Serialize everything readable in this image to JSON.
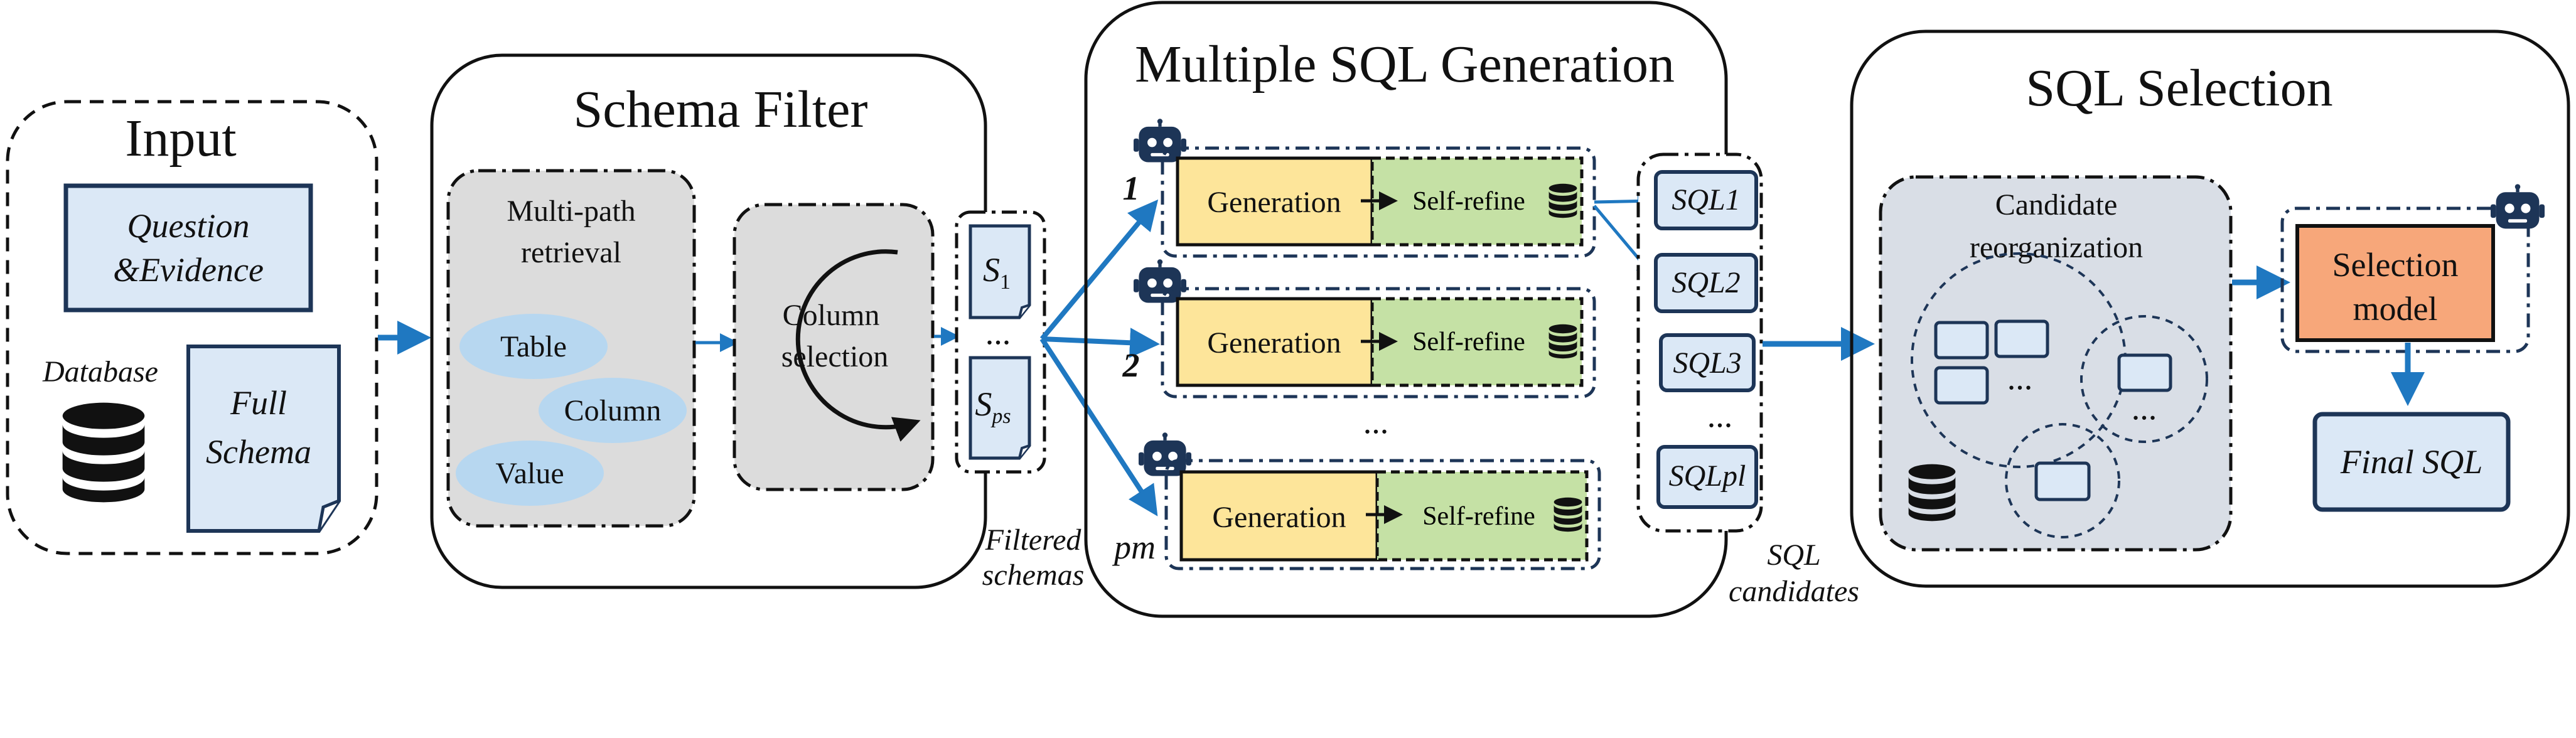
{
  "input": {
    "title": "Input",
    "question_line1": "Question",
    "question_line2": "&Evidence",
    "database_label": "Database",
    "schema_line1": "Full",
    "schema_line2": "Schema"
  },
  "schema_filter": {
    "title": "Schema Filter",
    "retrieval_line1": "Multi-path",
    "retrieval_line2": "retrieval",
    "table": "Table",
    "column": "Column",
    "value": "Value",
    "selection_line1": "Column",
    "selection_line2": "selection"
  },
  "filtered": {
    "s1": "S",
    "s1_sub": "1",
    "dots": "...",
    "sps": "S",
    "sps_sub": "ps",
    "label_line1": "Filtered",
    "label_line2": "schemas"
  },
  "generation": {
    "title": "Multiple SQL Generation",
    "row_labels": [
      "1",
      "2",
      "pm"
    ],
    "generation_label": "Generation",
    "refine_label": "Self-refine",
    "dots": "..."
  },
  "candidates": {
    "items": [
      "SQL1",
      "SQL2",
      "SQL3",
      "SQLpl"
    ],
    "dots": "...",
    "label_line1": "SQL",
    "label_line2": "candidates"
  },
  "selection": {
    "title": "SQL Selection",
    "reorg_line1": "Candidate",
    "reorg_line2": "reorganization",
    "dots": "...",
    "model_line1": "Selection",
    "model_line2": "model",
    "final": "Final SQL"
  },
  "colors": {
    "arrow": "#1f78c1",
    "light_blue": "#dbe8f6",
    "navy": "#1d3557",
    "yellow": "#fde59a",
    "green": "#c5e1a5",
    "orange": "#f7a77a",
    "grey": "#dcdcdc",
    "oval": "#b7d7f0"
  }
}
